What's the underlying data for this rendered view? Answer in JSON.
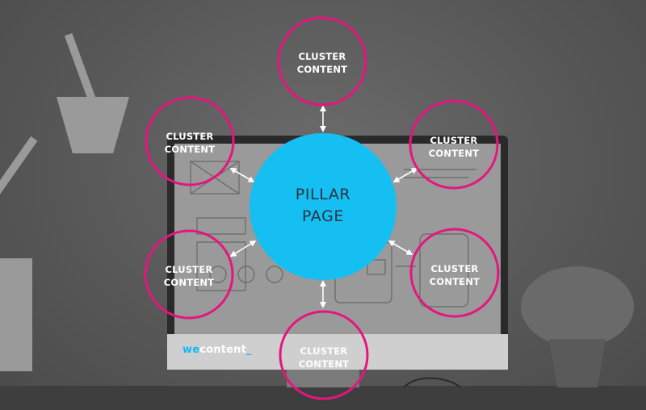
{
  "pillar": {
    "line1": "PILLAR",
    "line2": "PAGE"
  },
  "clusters": [
    {
      "line1": "CLUSTER",
      "line2": "CONTENT"
    },
    {
      "line1": "CLUSTER",
      "line2": "CONTENT"
    },
    {
      "line1": "CLUSTER",
      "line2": "CONTENT"
    },
    {
      "line1": "CLUSTER",
      "line2": "CONTENT"
    },
    {
      "line1": "CLUSTER",
      "line2": "CONTENT"
    },
    {
      "line1": "CLUSTER",
      "line2": "CONTENT"
    }
  ],
  "brand": {
    "we": "we",
    "content": "content",
    "cursor": "_"
  },
  "colors": {
    "pillar_fill": "#15bff2",
    "ring_stroke": "#e6157e",
    "arrow": "#ffffff",
    "pillar_text": "#2a3340"
  }
}
